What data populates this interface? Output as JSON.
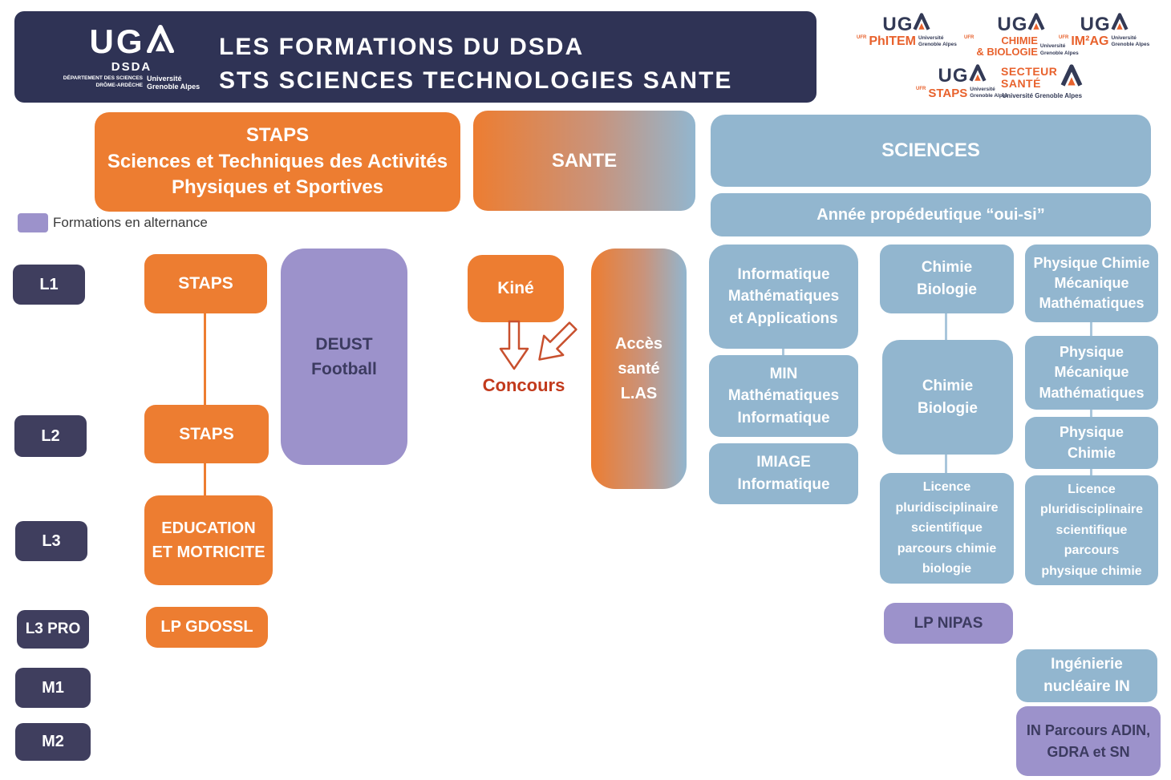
{
  "header": {
    "uga": "UG",
    "dsda": "DSDA",
    "dept": "DÉPARTEMENT DES SCIENCES\nDRÔME-ARDÈCHE",
    "univ": "Université\nGrenoble Alpes",
    "title": "LES FORMATIONS DU DSDA\nSTS SCIENCES TECHNOLOGIES SANTE"
  },
  "logos": {
    "phitem": {
      "uga": "UG",
      "ufr": "UFR",
      "name": "PhITEM",
      "univ": "Université\nGrenoble Alpes"
    },
    "chimie": {
      "uga": "UG",
      "ufr": "UFR",
      "name": "CHIMIE\n& BIOLOGIE",
      "univ": "Université\nGrenoble Alpes"
    },
    "im2ag": {
      "uga": "UG",
      "ufr": "UFR",
      "name": "IM²AG",
      "univ": "Université\nGrenoble Alpes"
    },
    "staps": {
      "uga": "UG",
      "ufr": "UFR",
      "name": "STAPS",
      "univ": "Université\nGrenoble Alpes"
    },
    "secteur": {
      "name": "SECTEUR\nSANTÉ",
      "univ": "Université Grenoble Alpes"
    }
  },
  "legend": {
    "label": "Formations en alternance"
  },
  "column_headers": {
    "staps": "STAPS\nSciences et Techniques des Activités\nPhysiques et Sportives",
    "sante": "SANTE",
    "sciences": "SCIENCES",
    "propedeutique": "Année propédeutique “oui-si”"
  },
  "levels": {
    "l1": "L1",
    "l2": "L2",
    "l3": "L3",
    "l3pro": "L3 PRO",
    "m1": "M1",
    "m2": "M2"
  },
  "staps_track": {
    "l1": "STAPS",
    "l2": "STAPS",
    "l3": "EDUCATION\nET MOTRICITE",
    "l3pro": "LP GDOSSL",
    "deust": "DEUST\nFootball"
  },
  "sante_track": {
    "kine": "Kiné",
    "concours": "Concours",
    "acces": "Accès\nsanté\nL.AS"
  },
  "sciences_track": {
    "info_math": "Informatique\nMathématiques\net Applications",
    "min": "MIN\nMathématiques\nInformatique",
    "imiage": "IMIAGE\nInformatique",
    "chimie_bio_l1": "Chimie\nBiologie",
    "chimie_bio_l2": "Chimie\nBiologie",
    "licence_chimie_bio": "Licence\npluridisciplinaire\nscientifique\nparcours chimie\nbiologie",
    "lp_nipas": "LP NIPAS",
    "phys_chimie_meca_math": "Physique Chimie\nMécanique\nMathématiques",
    "phys_meca_math": "Physique\nMécanique\nMathématiques",
    "phys_chimie": "Physique\nChimie",
    "licence_phys_chimie": "Licence\npluridisciplinaire\nscientifique\nparcours\nphysique chimie",
    "ingenierie_nucleaire": "Ingénierie\nnucléaire IN",
    "in_parcours": "IN Parcours ADIN,\nGDRA et SN"
  },
  "colors": {
    "navy_header": "#2F3355",
    "navy_label": "#3F3E5E",
    "orange": "#ED7D31",
    "blue": "#92B6CF",
    "purple": "#9C92CB",
    "concours_red": "#C23A1C"
  }
}
